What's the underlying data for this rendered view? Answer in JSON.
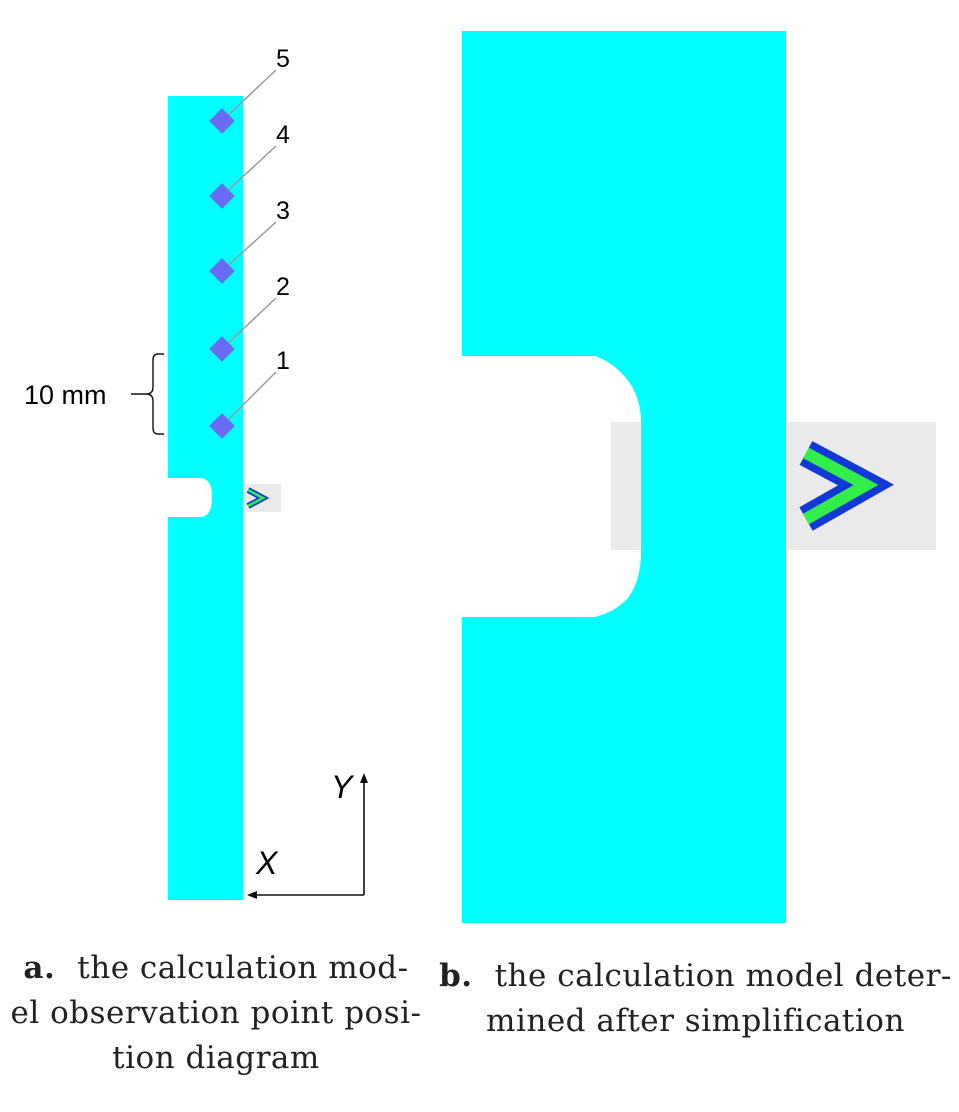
{
  "colors": {
    "plate": "#00FFFF",
    "marker": "#6A6AF2",
    "chevron_outer": "#1238D6",
    "chevron_inner": "#33EE4A",
    "bar_background": "#EAEAEA",
    "leader_line": "#9A9A9A",
    "axis_line": "#111111"
  },
  "panel_a": {
    "observation_points": [
      {
        "label": "1"
      },
      {
        "label": "2"
      },
      {
        "label": "3"
      },
      {
        "label": "4"
      },
      {
        "label": "5"
      }
    ],
    "spacing_label": "10 mm",
    "axis_x_label": "X",
    "axis_y_label": "Y",
    "caption_letter": "a.",
    "caption_line1": "the calculation mod-",
    "caption_line2": "el observation point posi-",
    "caption_line3": "tion diagram"
  },
  "panel_b": {
    "caption_letter": "b.",
    "caption_line1": "the calculation model deter-",
    "caption_line2": "mined after simplification"
  },
  "icons": {
    "small_chevron": "chevron-right-icon",
    "large_chevron": "chevron-right-icon",
    "observation_marker": "diamond-marker-icon",
    "axis_arrow": "arrow-icon"
  }
}
